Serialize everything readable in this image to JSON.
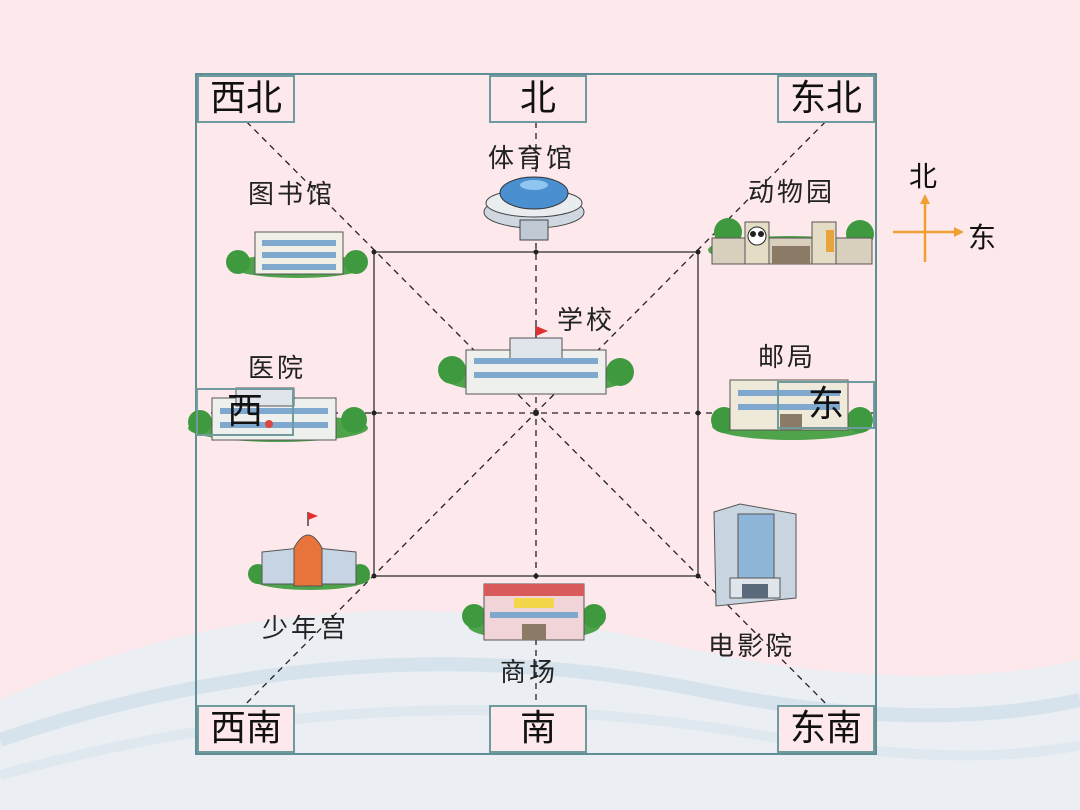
{
  "directions": {
    "northwest": "西北",
    "north": "北",
    "northeast": "东北",
    "west": "西",
    "east": "东",
    "southwest": "西南",
    "south": "南",
    "southeast": "东南"
  },
  "places": {
    "stadium": "体育馆",
    "library": "图书馆",
    "zoo": "动物园",
    "school": "学校",
    "hospital": "医院",
    "post_office": "邮局",
    "youth_palace": "少年宫",
    "mall": "商场",
    "cinema": "电影院"
  },
  "compass": {
    "north": "北",
    "east": "东"
  },
  "colors": {
    "background": "#fde8ec",
    "frame": "#5f8f94",
    "compass_arrow": "#f0a030"
  }
}
